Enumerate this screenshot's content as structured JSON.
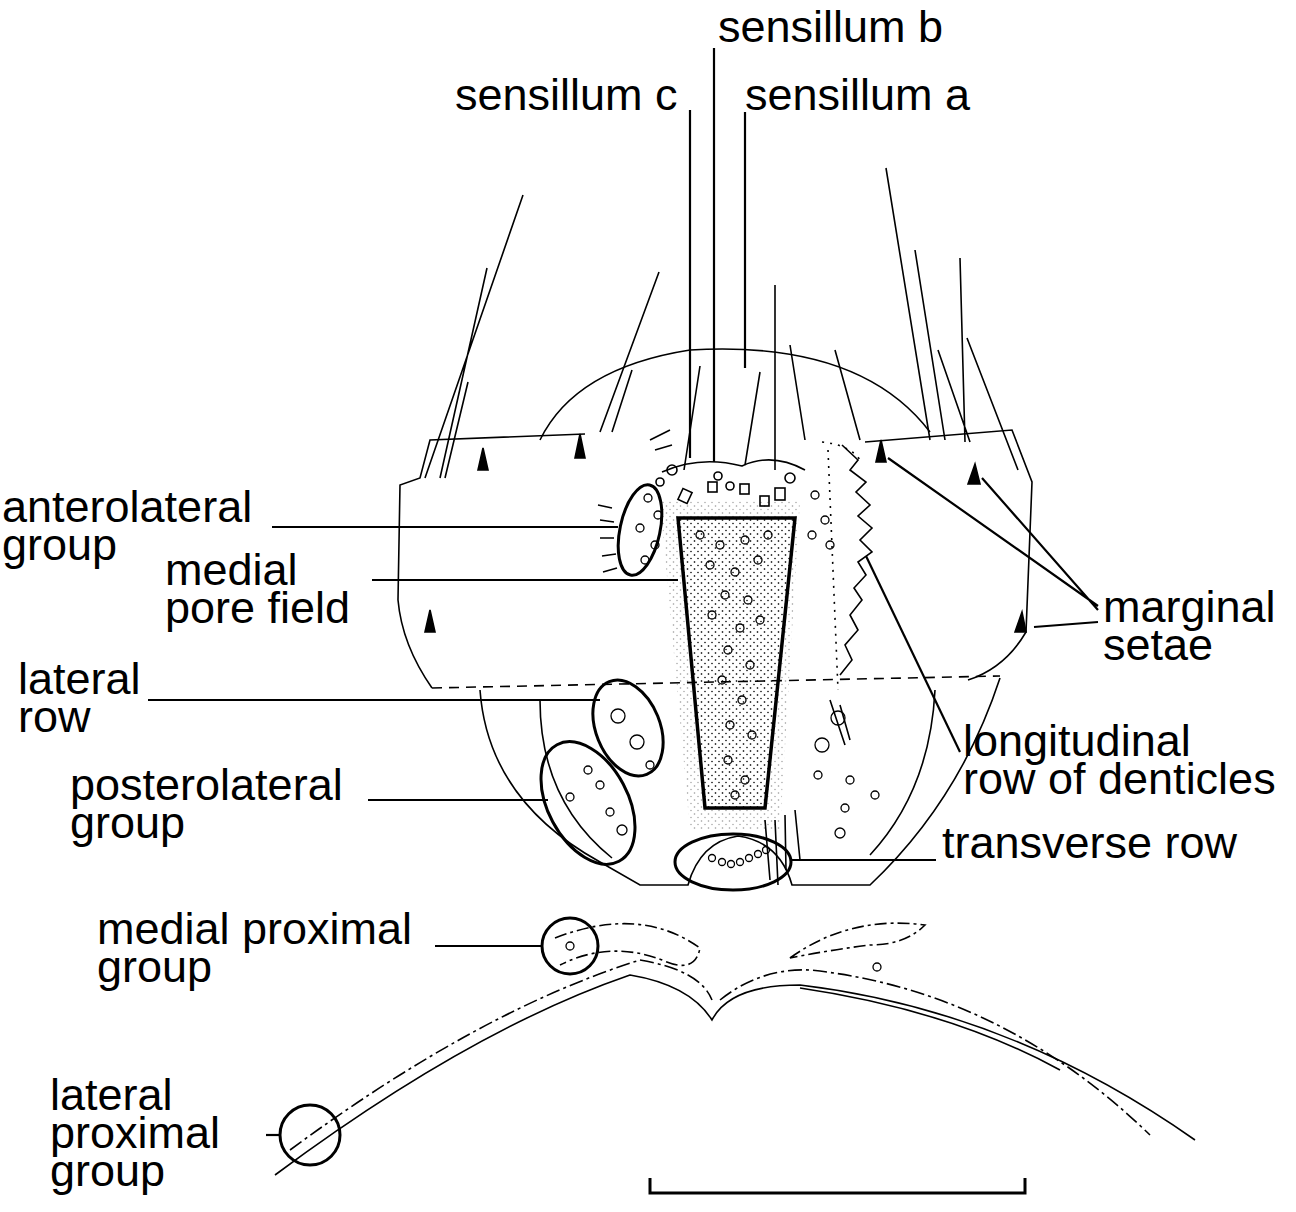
{
  "diagram": {
    "labels": [
      "sensillum b",
      "sensillum c",
      "sensillum a",
      "anterolateral group",
      "medial pore field",
      "lateral row",
      "posterolateral group",
      "medial proximal group",
      "lateral proximal group",
      "marginal setae",
      "longitudinal row of denticles",
      "transverse row"
    ]
  }
}
